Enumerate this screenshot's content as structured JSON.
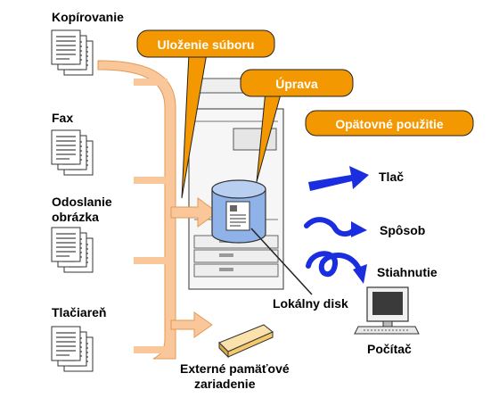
{
  "sources": {
    "copy": "Kopírovanie",
    "fax": "Fax",
    "send_line1": "Odoslanie",
    "send_line2": "obrázka",
    "printer": "Tlačiareň"
  },
  "callouts": {
    "save": "Uloženie súboru",
    "edit": "Úprava",
    "reuse": "Opätovné použitie"
  },
  "outputs": {
    "print": "Tlač",
    "method": "Spôsob",
    "download": "Stiahnutie"
  },
  "labels": {
    "local_disk": "Lokálny disk",
    "computer": "Počítač",
    "external_line1": "Externé pamäťové",
    "external_line2": "zariadenie"
  },
  "colors": {
    "callout_fill": "#f39800",
    "flow_arrow": "#f9c79a",
    "flow_arrow_edge": "#e39a55",
    "disk_fill": "#8fb3e8",
    "output_arrow": "#1a2ee0",
    "usb_fill": "#f5c86a"
  }
}
